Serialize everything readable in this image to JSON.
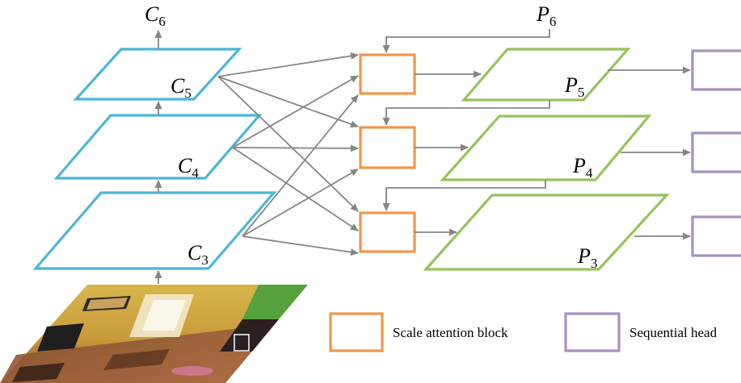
{
  "colors": {
    "backbone": "#4bb6d6",
    "pyramid": "#98c25b",
    "attention": "#f0954a",
    "head": "#a88fc0",
    "arrow": "#858585"
  },
  "backbone_levels": [
    {
      "letter": "C",
      "sub": "3"
    },
    {
      "letter": "C",
      "sub": "4"
    },
    {
      "letter": "C",
      "sub": "5"
    }
  ],
  "top_output": {
    "letter": "C",
    "sub": "6"
  },
  "pyramid_levels": [
    {
      "letter": "P",
      "sub": "3"
    },
    {
      "letter": "P",
      "sub": "4"
    },
    {
      "letter": "P",
      "sub": "5"
    }
  ],
  "top_input": {
    "letter": "P",
    "sub": "6"
  },
  "legend": {
    "attention_label": "Scale attention block",
    "head_label": "Sequential head"
  },
  "icons": {
    "input_image": "room-photo-icon"
  }
}
